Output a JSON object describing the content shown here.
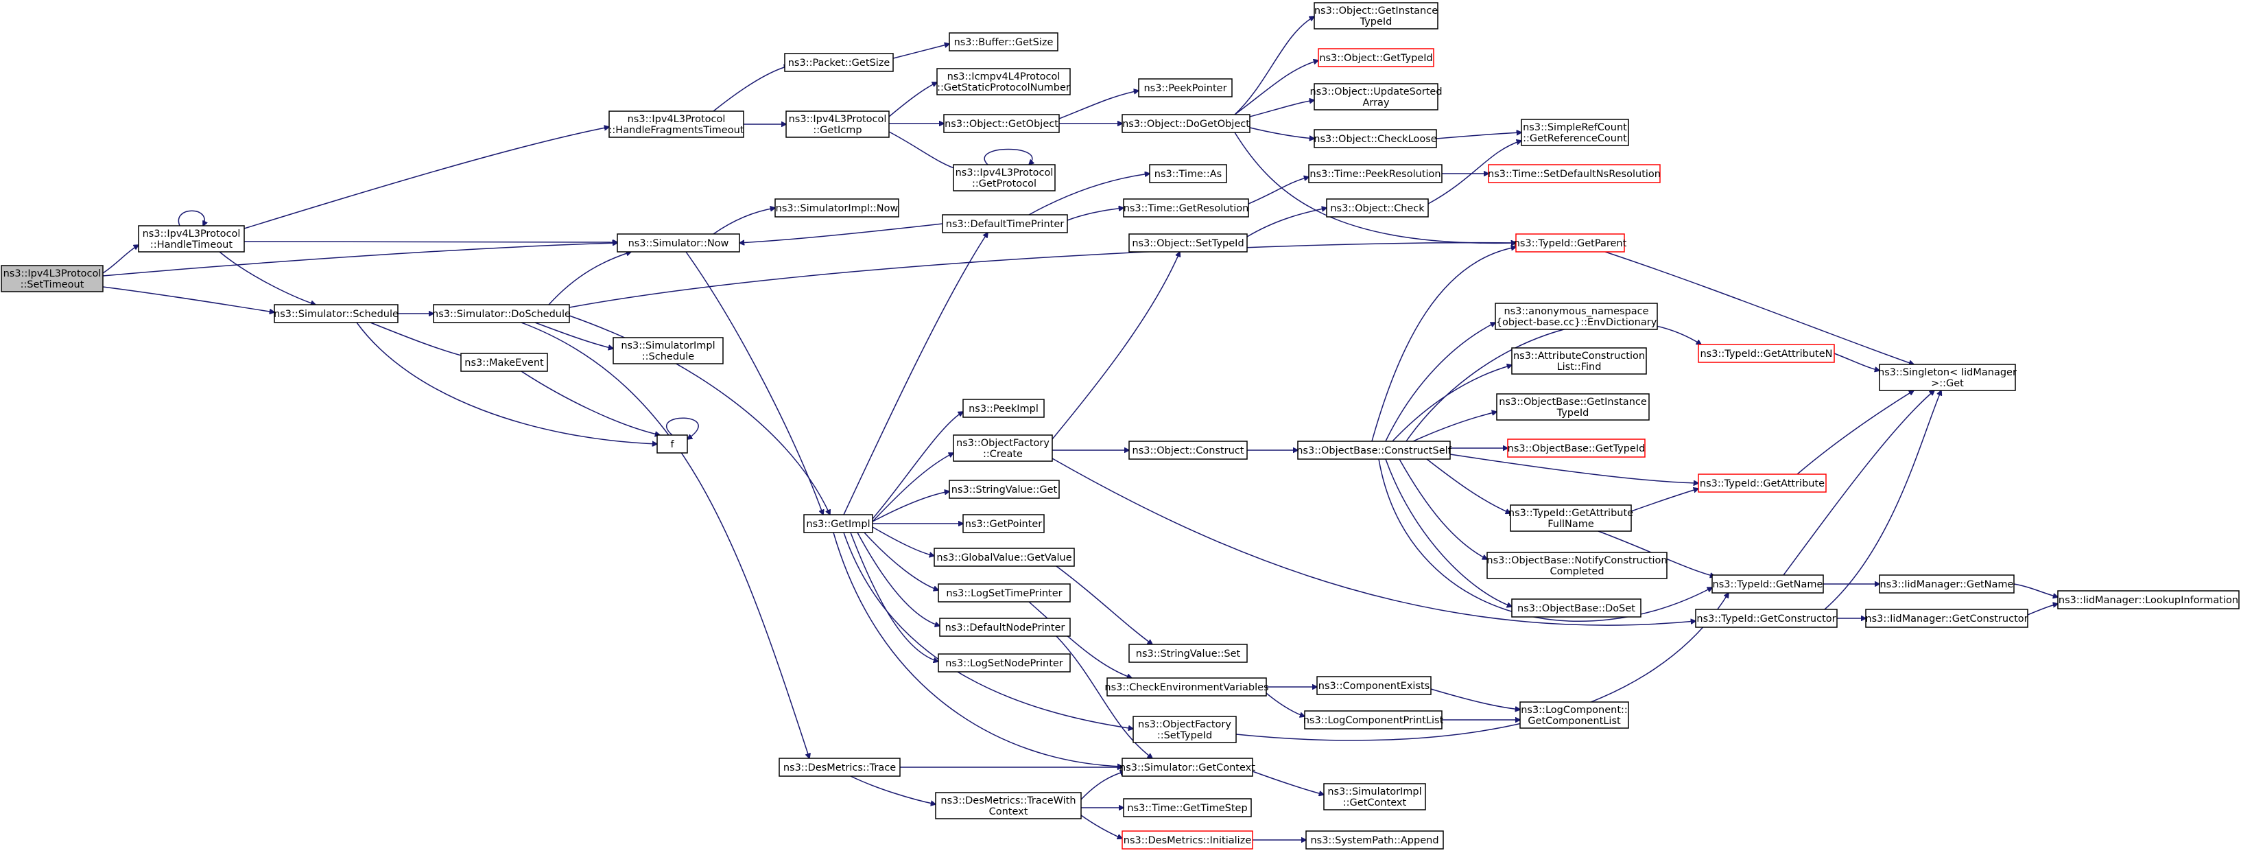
{
  "colors": {
    "edge": "#191970",
    "node_border": "#000000",
    "truncated_border": "#ff0000",
    "root_fill": "#bfbfbf"
  },
  "nodes": {
    "setTimeout": [
      "ns3::Ipv4L3Protocol",
      "::SetTimeout"
    ],
    "handleTimeout": [
      "ns3::Ipv4L3Protocol",
      "::HandleTimeout"
    ],
    "handleFragTimeout": [
      "ns3::Ipv4L3Protocol",
      "::HandleFragmentsTimeout"
    ],
    "packetGetSize": [
      "ns3::Packet::GetSize"
    ],
    "bufferGetSize": [
      "ns3::Buffer::GetSize"
    ],
    "getIcmp": [
      "ns3::Ipv4L3Protocol",
      "::GetIcmp"
    ],
    "icmpProtoNum": [
      "ns3::Icmpv4L4Protocol",
      "::GetStaticProtocolNumber"
    ],
    "objGetObject": [
      "ns3::Object::GetObject"
    ],
    "peekPointer": [
      "ns3::PeekPointer"
    ],
    "getProtocol": [
      "ns3::Ipv4L3Protocol",
      "::GetProtocol"
    ],
    "doGetObject": [
      "ns3::Object::DoGetObject"
    ],
    "getInstanceTypeId": [
      "ns3::Object::GetInstance",
      "TypeId"
    ],
    "objGetTypeId": [
      "ns3::Object::GetTypeId"
    ],
    "updateSortedArray": [
      "ns3::Object::UpdateSorted",
      "Array"
    ],
    "checkLoose": [
      "ns3::Object::CheckLoose"
    ],
    "getRefCount": [
      "ns3::SimpleRefCount",
      "::GetReferenceCount"
    ],
    "timeAs": [
      "ns3::Time::As"
    ],
    "peekResolution": [
      "ns3::Time::PeekResolution"
    ],
    "setDefaultNsRes": [
      "ns3::Time::SetDefaultNsResolution"
    ],
    "getResolution": [
      "ns3::Time::GetResolution"
    ],
    "objCheck": [
      "ns3::Object::Check"
    ],
    "simImplNow": [
      "ns3::SimulatorImpl::Now"
    ],
    "defaultTimePrinter": [
      "ns3::DefaultTimePrinter"
    ],
    "simNow": [
      "ns3::Simulator::Now"
    ],
    "setTypeId": [
      "ns3::Object::SetTypeId"
    ],
    "typeIdGetParent": [
      "ns3::TypeId::GetParent"
    ],
    "simSchedule": [
      "ns3::Simulator::Schedule"
    ],
    "simDoSchedule": [
      "ns3::Simulator::DoSchedule"
    ],
    "simImplSchedule": [
      "ns3::SimulatorImpl",
      "::Schedule"
    ],
    "makeEvent": [
      "ns3::MakeEvent"
    ],
    "envDictionary": [
      "ns3::anonymous_namespace",
      "{object-base.cc}::EnvDictionary"
    ],
    "getAttributeN": [
      "ns3::TypeId::GetAttributeN"
    ],
    "singletonGet": [
      "ns3::Singleton< IidManager",
      ">::Get"
    ],
    "attrConstructionFind": [
      "ns3::AttributeConstruction",
      "List::Find"
    ],
    "obGetInstanceTypeId": [
      "ns3::ObjectBase::GetInstance",
      "TypeId"
    ],
    "obGetTypeId": [
      "ns3::ObjectBase::GetTypeId"
    ],
    "peekImpl": [
      "ns3::PeekImpl"
    ],
    "f": [
      "f"
    ],
    "objFactoryCreate": [
      "ns3::ObjectFactory",
      "::Create"
    ],
    "objConstruct": [
      "ns3::Object::Construct"
    ],
    "constructSelf": [
      "ns3::ObjectBase::ConstructSelf"
    ],
    "typeIdGetAttribute": [
      "ns3::TypeId::GetAttribute"
    ],
    "stringValueGet": [
      "ns3::StringValue::Get"
    ],
    "getImpl": [
      "ns3::GetImpl"
    ],
    "getPointer": [
      "ns3::GetPointer"
    ],
    "attrFullName": [
      "ns3::TypeId::GetAttribute",
      "FullName"
    ],
    "globalValueGet": [
      "ns3::GlobalValue::GetValue"
    ],
    "notifyConstruction": [
      "ns3::ObjectBase::NotifyConstruction",
      "Completed"
    ],
    "logSetTimePrinter": [
      "ns3::LogSetTimePrinter"
    ],
    "typeIdGetName": [
      "ns3::TypeId::GetName"
    ],
    "iidGetName": [
      "ns3::IidManager::GetName"
    ],
    "lookupInfo": [
      "ns3::IidManager::LookupInformation"
    ],
    "obDoSet": [
      "ns3::ObjectBase::DoSet"
    ],
    "defaultNodePrinter": [
      "ns3::DefaultNodePrinter"
    ],
    "typeIdGetConstructor": [
      "ns3::TypeId::GetConstructor"
    ],
    "iidGetConstructor": [
      "ns3::IidManager::GetConstructor"
    ],
    "stringValueSet": [
      "ns3::StringValue::Set"
    ],
    "logSetNodePrinter": [
      "ns3::LogSetNodePrinter"
    ],
    "checkEnvVars": [
      "ns3::CheckEnvironmentVariables"
    ],
    "componentExists": [
      "ns3::ComponentExists"
    ],
    "logComponentPrintList": [
      "ns3::LogComponentPrintList"
    ],
    "getComponentList": [
      "ns3::LogComponent::",
      "GetComponentList"
    ],
    "objFactorySetTypeId": [
      "ns3::ObjectFactory",
      "::SetTypeId"
    ],
    "desMetricsTrace": [
      "ns3::DesMetrics::Trace"
    ],
    "simGetContext": [
      "ns3::Simulator::GetContext"
    ],
    "simImplGetContext": [
      "ns3::SimulatorImpl",
      "::GetContext"
    ],
    "traceWithContext": [
      "ns3::DesMetrics::TraceWith",
      "Context"
    ],
    "getTimeStep": [
      "ns3::Time::GetTimeStep"
    ],
    "desMetricsInit": [
      "ns3::DesMetrics::Initialize"
    ],
    "systemPathAppend": [
      "ns3::SystemPath::Append"
    ]
  }
}
